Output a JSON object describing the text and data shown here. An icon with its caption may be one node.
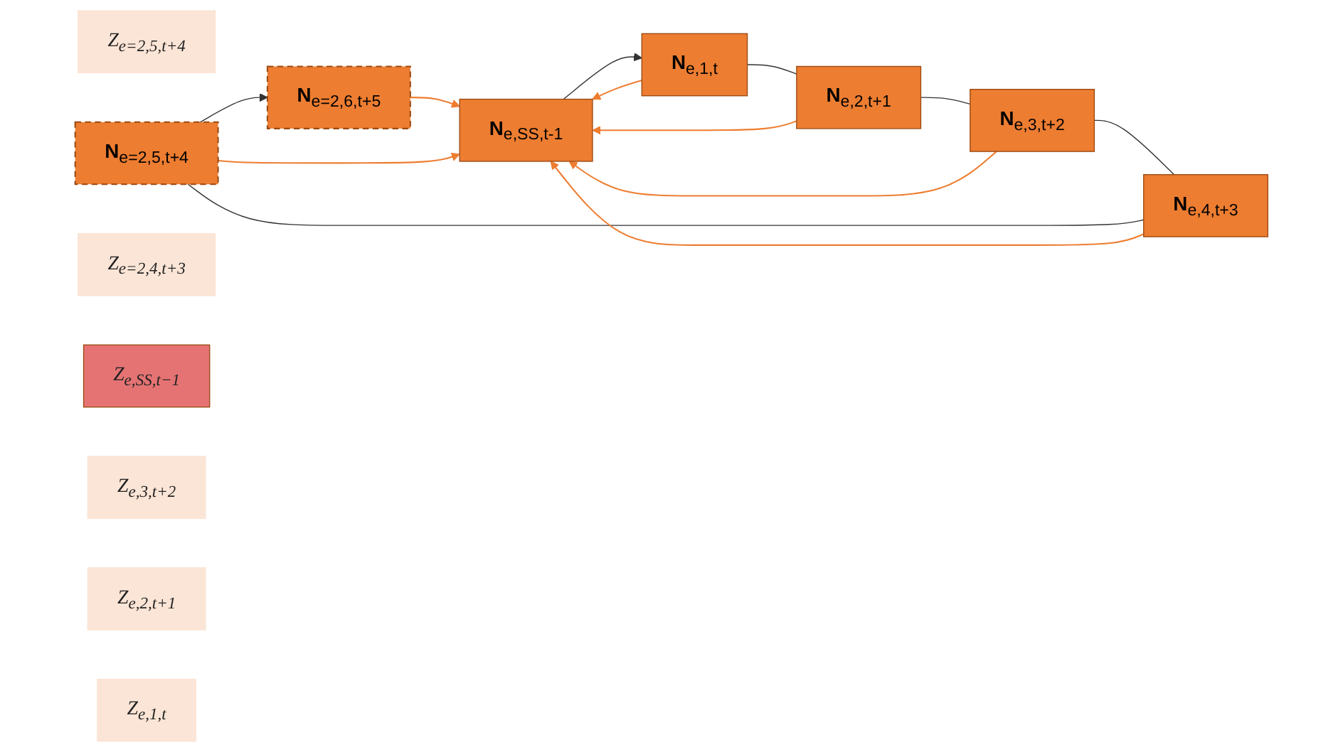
{
  "diagram": {
    "nodes": [
      {
        "text": [
          "Z$_{e=2,5,t+4}$"
        ]
      },
      {
        "text": [
          "**N**$_{e=2,5,t+4}$"
        ]
      },
      {
        "text": [
          "Z$_{e=2,4,t+3}$"
        ]
      },
      {
        "text": [
          "**N**$_{e=2,6,t+5}$"
        ]
      },
      {
        "text": [
          "**N**$_{e,4,t+3}$"
        ]
      },
      {
        "text": [
          "**N**$_{e,SS,t-1}$"
        ]
      },
      {
        "text": [
          "Z$_{e,SS,t−1}$"
        ]
      },
      {
        "text": [
          "Z$_{e,3,t+2}$"
        ]
      },
      {
        "text": [
          "**N**$_{e,3,t+2}$"
        ]
      },
      {
        "text": [
          "**N**$_{e,1,t}$"
        ]
      },
      {
        "text": [
          "**N**$_{e,2,t+1}$"
        ]
      },
      {
        "text": [
          "Z$_{e,2,t+1}$"
        ]
      },
      {
        "text": [
          "Z$_{e,1,t}$"
        ]
      }
    ],
    "edges": [
      {
        "from": 5,
        "to": 9,
        "arrow": "to"
      },
      {
        "from": 9,
        "to": 10,
        "arrow": "none"
      },
      {
        "from": 10,
        "to": 8,
        "arrow": "none"
      },
      {
        "from": 8,
        "to": 4,
        "arrow": "none"
      },
      {
        "from": 4,
        "to": 1,
        "arrow": "none"
      },
      {
        "from": 1,
        "to": 3,
        "arrow": "to"
      },
      {
        "from": 3,
        "to": 5,
        "arrow": "to",
        "color": "#ed7d31"
      },
      {
        "from": 1,
        "to": 5,
        "arrow": "to",
        "color": "#ed7d31"
      },
      {
        "from": 4,
        "to": 5,
        "arrow": "to",
        "color": "#ed7d31"
      },
      {
        "from": 8,
        "to": 5,
        "arrow": "to",
        "color": "#ed7d31"
      },
      {
        "from": 10,
        "to": 5,
        "arrow": "to",
        "color": "#ed7d31"
      },
      {
        "from": 9,
        "to": 5,
        "arrow": "to",
        "color": "#ed7d31"
      }
    ]
  }
}
